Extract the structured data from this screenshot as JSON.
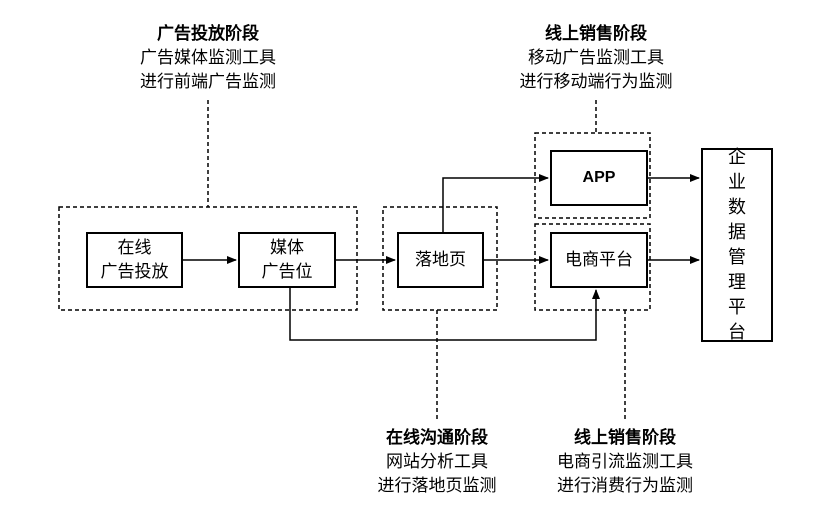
{
  "stages": {
    "ad_delivery": {
      "title": "广告投放阶段",
      "line1": "广告媒体监测工具",
      "line2": "进行前端广告监测"
    },
    "online_sales_mobile": {
      "title": "线上销售阶段",
      "line1": "移动广告监测工具",
      "line2": "进行移动端行为监测"
    },
    "online_communication": {
      "title": "在线沟通阶段",
      "line1": "网站分析工具",
      "line2": "进行落地页监测"
    },
    "online_sales_ecommerce": {
      "title": "线上销售阶段",
      "line1": "电商引流监测工具",
      "line2": "进行消费行为监测"
    }
  },
  "nodes": {
    "online_ad": {
      "line1": "在线",
      "line2": "广告投放"
    },
    "media_ad_slot": {
      "line1": "媒体",
      "line2": "广告位"
    },
    "landing_page": {
      "label": "落地页"
    },
    "app": {
      "label": "APP"
    },
    "ecommerce_platform": {
      "label": "电商平台"
    },
    "enterprise_platform": {
      "chars": [
        "企",
        "业",
        "数",
        "据",
        "管",
        "理",
        "平",
        "台"
      ]
    }
  }
}
